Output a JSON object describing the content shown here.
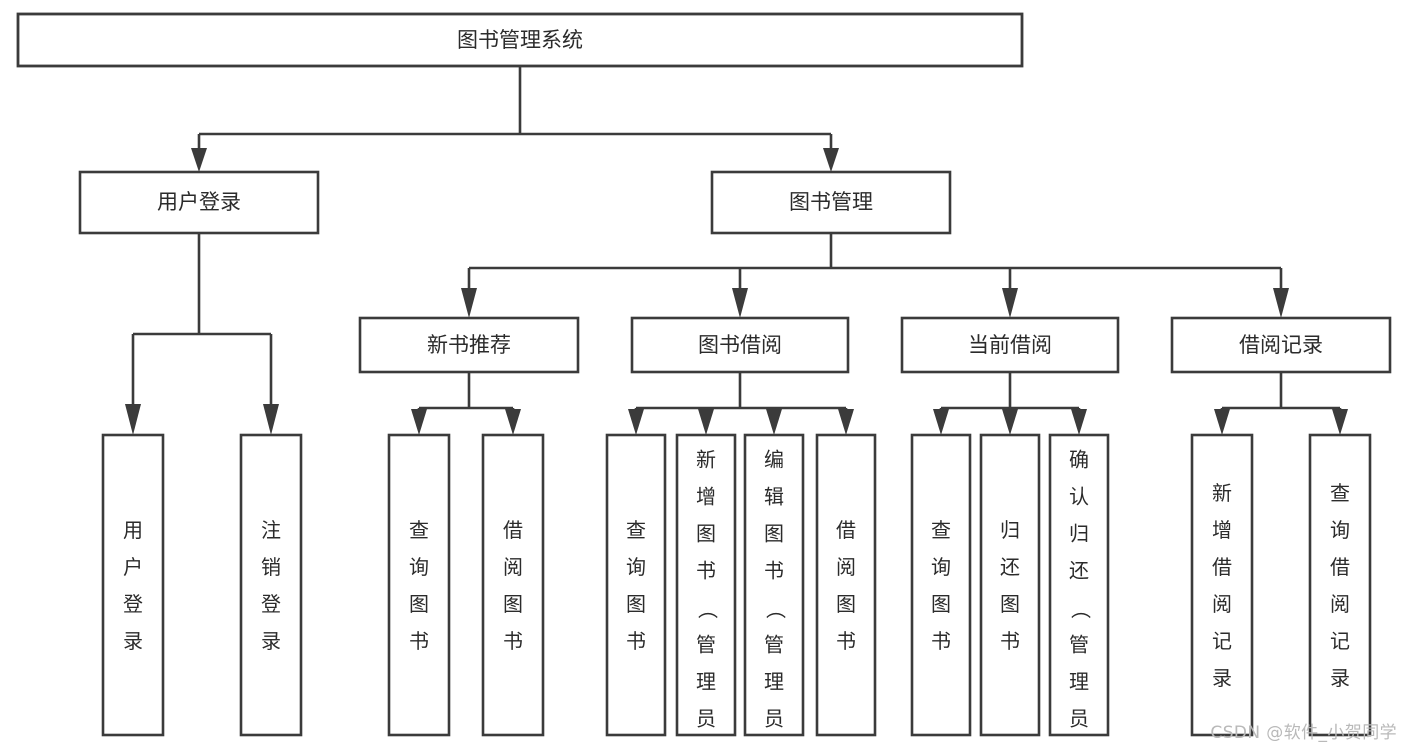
{
  "diagram": {
    "title": "图书管理系统",
    "type": "tree-hierarchy",
    "watermark": "CSDN @软件_小贺同学",
    "colors": {
      "stroke": "#3b3b3b",
      "text": "#2b2b2b",
      "background": "#ffffff",
      "watermark": "#b9b9b9"
    },
    "root": {
      "label": "图书管理系统"
    },
    "level2": [
      {
        "label": "用户登录"
      },
      {
        "label": "图书管理"
      }
    ],
    "level3": [
      {
        "label": "新书推荐"
      },
      {
        "label": "图书借阅"
      },
      {
        "label": "当前借阅"
      },
      {
        "label": "借阅记录"
      }
    ],
    "leaves": {
      "user_login": [
        {
          "label": "用户登录"
        },
        {
          "label": "注销登录"
        }
      ],
      "new_book": [
        {
          "label": "查询图书"
        },
        {
          "label": "借阅图书"
        }
      ],
      "book_borrow": [
        {
          "label": "查询图书"
        },
        {
          "label": "新增图书（管理员）"
        },
        {
          "label": "编辑图书（管理员）"
        },
        {
          "label": "借阅图书"
        }
      ],
      "current_borrow": [
        {
          "label": "查询图书"
        },
        {
          "label": "归还图书"
        },
        {
          "label": "确认归还（管理员）"
        }
      ],
      "borrow_record": [
        {
          "label": "新增借阅记录"
        },
        {
          "label": "查询借阅记录"
        }
      ]
    }
  }
}
